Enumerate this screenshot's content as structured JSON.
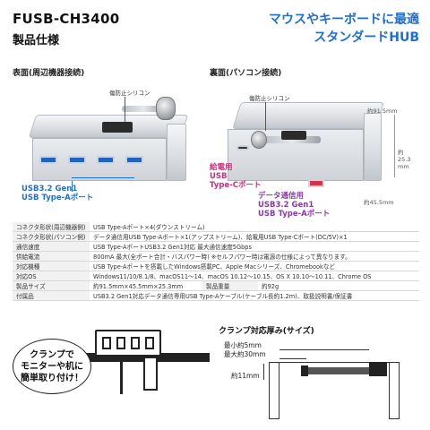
{
  "header": {
    "model": "FUSB-CH3400",
    "spec_title": "製品仕様",
    "tagline_line1": "マウスやキーボードに最適",
    "tagline_line2": "スタンダードHUB"
  },
  "front": {
    "label": "表面(周辺機器接続)",
    "pad_label": "傷防止シリコン",
    "ports_label_line1": "USB3.2 Gen1",
    "ports_label_line2": "USB Type-Aポート"
  },
  "back": {
    "label": "裏面(パソコン接続)",
    "pad_label": "傷防止シリコン",
    "dim_width": "約91.5mm",
    "dim_height_1": "約",
    "dim_height_2": "25.3",
    "dim_height_3": "mm",
    "dim_depth": "約45.5mm",
    "power_label_line1": "給電用",
    "power_label_line2": "USB",
    "power_label_line3": "Type-Cポート",
    "data_label_line1": "データ通信用",
    "data_label_line2": "USB3.2 Gen1",
    "data_label_line3": "USB Type-Aポート"
  },
  "specs": [
    {
      "k": "コネクタ形状(周辺機器側)",
      "v": "USB Type-Aポート×4(ダウンストリーム)"
    },
    {
      "k": "コネクタ形状(パソコン側)",
      "v": "データ通信用USB Type-Aポート×1(アップストリーム)、給電用USB Type-Cポート(DC/5V)×1"
    },
    {
      "k": "通信速度",
      "v": "USB Type-AポートUSB3.2 Gen1対応 最大通信速度5Gbps"
    },
    {
      "k": "供給電流",
      "v": "800mA 最大(全ポート合計・バスパワー時) ※セルフパワー時は電源の仕様によって異なります。"
    },
    {
      "k": "対応機種",
      "v": "USB Type-Aポートを搭載したWindows搭載PC、Apple Macシリーズ、Chromebookなど"
    },
    {
      "k": "対応OS",
      "v": "Windows11/10/8.1/8、macOS11〜14、macOS 10.12〜10.15、OS X 10.10〜10.11、Chrome OS"
    },
    {
      "k": "製品サイズ",
      "v": "約91.5mm×45.5mm×25.3mm",
      "k2": "製品重量",
      "v2": "約92g"
    },
    {
      "k": "付属品",
      "v": "USB3.2 Gen1対応データ通信専用USB Type-Aケーブル(ケーブル長約1.2m)、取扱説明書/保証書"
    }
  ],
  "bottom": {
    "bubble_line1": "クランプで",
    "bubble_line2": "モニターや机に",
    "bubble_line3": "簡単取り付け！",
    "clamp_title": "クランプ対応厚み(サイズ)",
    "min": "最小約5mm",
    "max": "最大約30mm",
    "depth": "約11mm"
  }
}
